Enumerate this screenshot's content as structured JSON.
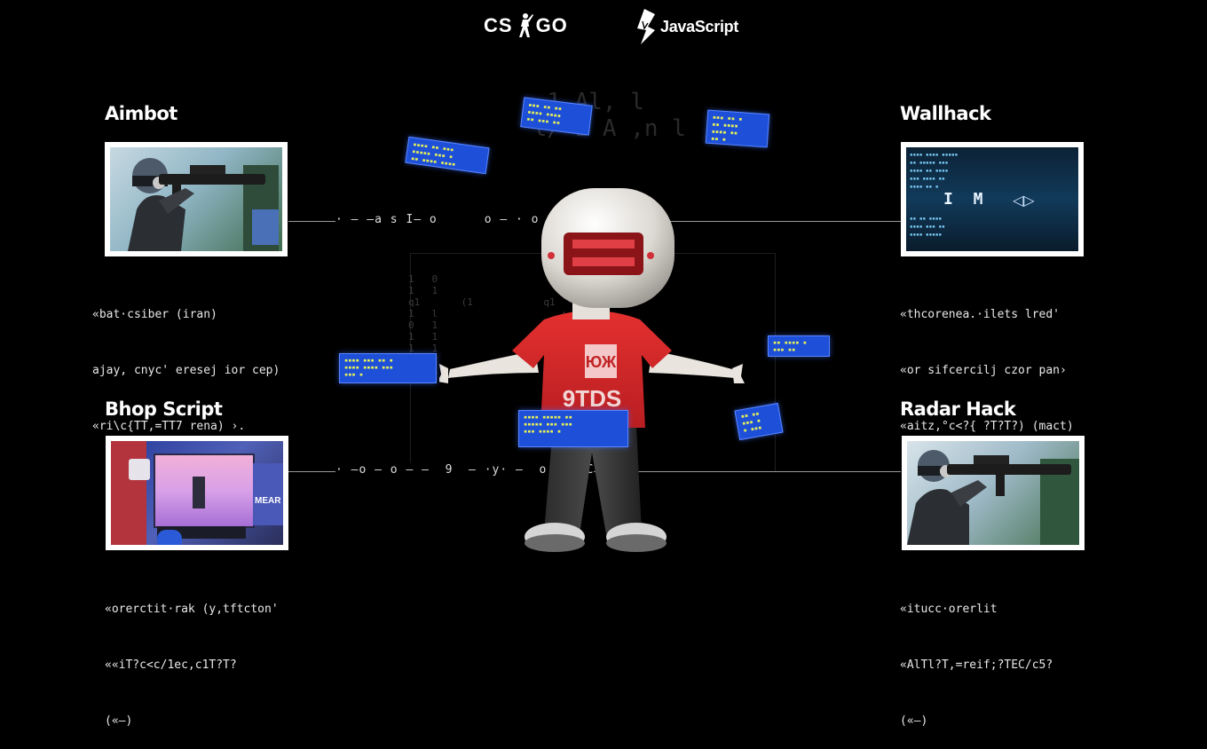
{
  "header": {
    "csgo_left": "CS",
    "csgo_right": "GO",
    "js_label": "JavaScript"
  },
  "panels": {
    "aimbot": {
      "title": "Aimbot",
      "lines": [
        "«bat·csiber (iran)",
        "ajay, cnyc' eresej ior cep)",
        "«ri\\c{TT,=TT7 rena) ›."
      ]
    },
    "wallhack": {
      "title": "Wallhack",
      "lines": [
        "«thcorenea.·ilets lred'",
        "«or sifcercilj czor pan›",
        "«aitz,°c<?{ ?T?T?) (mact)",
        "(«—)"
      ],
      "screen_text": "I M"
    },
    "bhop": {
      "title": "Bhop Script",
      "lines": [
        "«orerctit·rak (y,tftcton'",
        "««iT?c<c/1ec,c1T?T?",
        "(«—)"
      ],
      "screen_text": "MEAR"
    },
    "radar": {
      "title": "Radar Hack",
      "lines": [
        "«itucc·orerlit",
        "«AlTl?T,=reif;?TEC/c5?",
        "(«—)"
      ]
    }
  },
  "connectors": {
    "top": "· — —a s I— o      o — · o   >",
    "bottom": "· —o — o — —  9  — ·y· —  o     C"
  },
  "character": {
    "shirt_text": "9TDS"
  },
  "colors": {
    "background": "#000000",
    "card_blue": "#1d4fd8",
    "card_text": "#e6f05a",
    "shirt_red": "#d8262b",
    "helmet_white": "#e9e6e1"
  }
}
